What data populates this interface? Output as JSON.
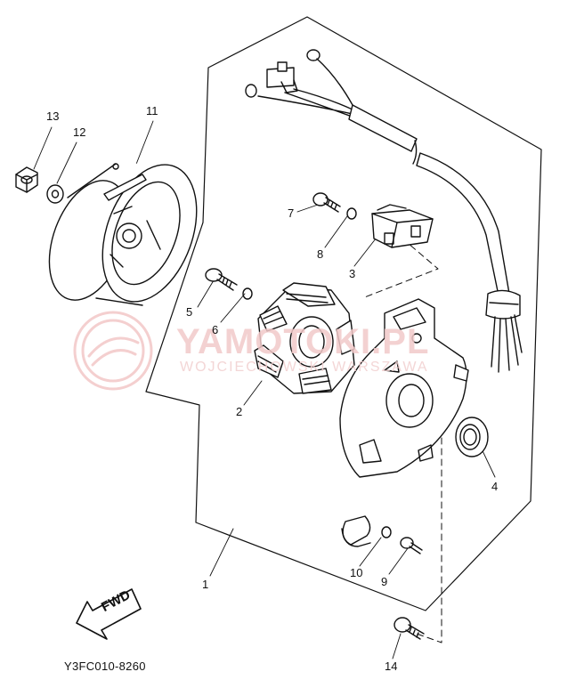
{
  "diagram": {
    "code": "Y3FC010-8260",
    "fwd_label": "FWD",
    "watermark": {
      "main": "YAMOTOKI.PL",
      "sub": "WOJCIECHOWSKI WARSZAWA"
    },
    "callouts": [
      {
        "id": "13",
        "label": "13"
      },
      {
        "id": "12",
        "label": "12"
      },
      {
        "id": "11",
        "label": "11"
      },
      {
        "id": "7",
        "label": "7"
      },
      {
        "id": "8",
        "label": "8"
      },
      {
        "id": "3",
        "label": "3"
      },
      {
        "id": "5",
        "label": "5"
      },
      {
        "id": "6",
        "label": "6"
      },
      {
        "id": "2",
        "label": "2"
      },
      {
        "id": "4",
        "label": "4"
      },
      {
        "id": "10",
        "label": "10"
      },
      {
        "id": "9",
        "label": "9"
      },
      {
        "id": "1",
        "label": "1"
      },
      {
        "id": "14",
        "label": "14"
      }
    ]
  }
}
